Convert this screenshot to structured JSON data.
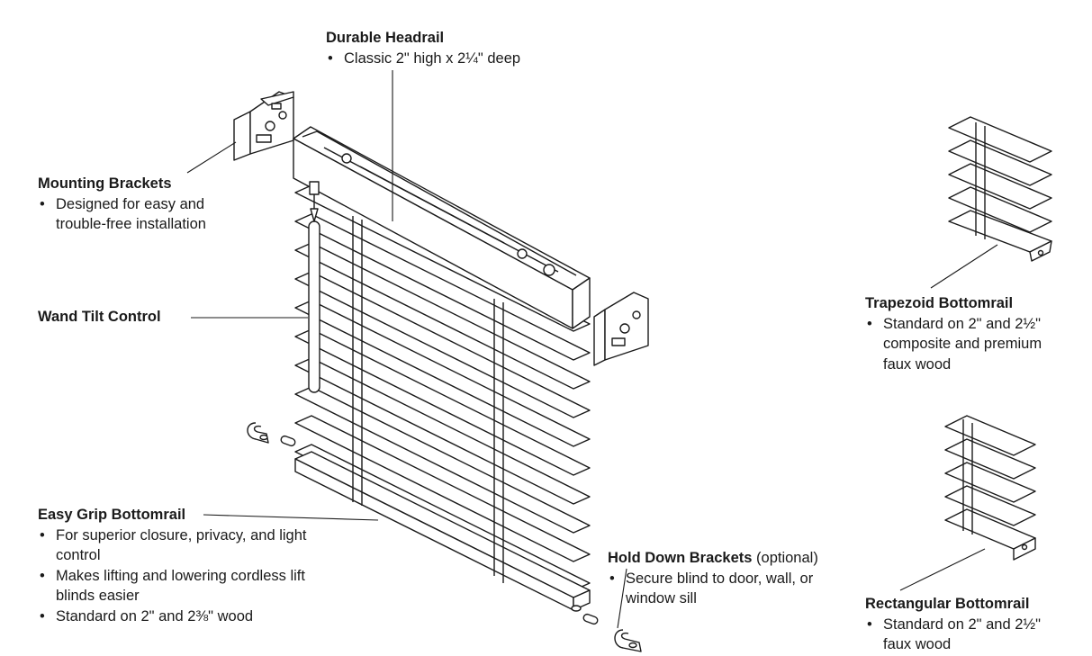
{
  "callouts": {
    "headrail": {
      "title": "Durable Headrail",
      "bullets": [
        "Classic 2\" high x 2¼\" deep"
      ]
    },
    "mounting": {
      "title": "Mounting Brackets",
      "bullets": [
        "Designed for easy and trouble-free installation"
      ]
    },
    "wand": {
      "title": "Wand Tilt Control",
      "bullets": []
    },
    "easygrip": {
      "title": "Easy Grip Bottomrail",
      "bullets": [
        "For superior closure, privacy, and light control",
        "Makes lifting and lowering cordless lift blinds easier",
        "Standard on 2\" and 2⅜\" wood"
      ]
    },
    "holddown": {
      "title": "Hold Down Brackets",
      "note": " (optional)",
      "bullets": [
        "Secure blind to door, wall, or window sill"
      ]
    },
    "trapezoid": {
      "title": "Trapezoid Bottomrail",
      "bullets": [
        "Standard on 2\" and 2½\" composite and premium faux wood"
      ]
    },
    "rectangular": {
      "title": "Rectangular Bottomrail",
      "bullets": [
        "Standard on 2\" and 2½\" faux wood"
      ]
    }
  }
}
